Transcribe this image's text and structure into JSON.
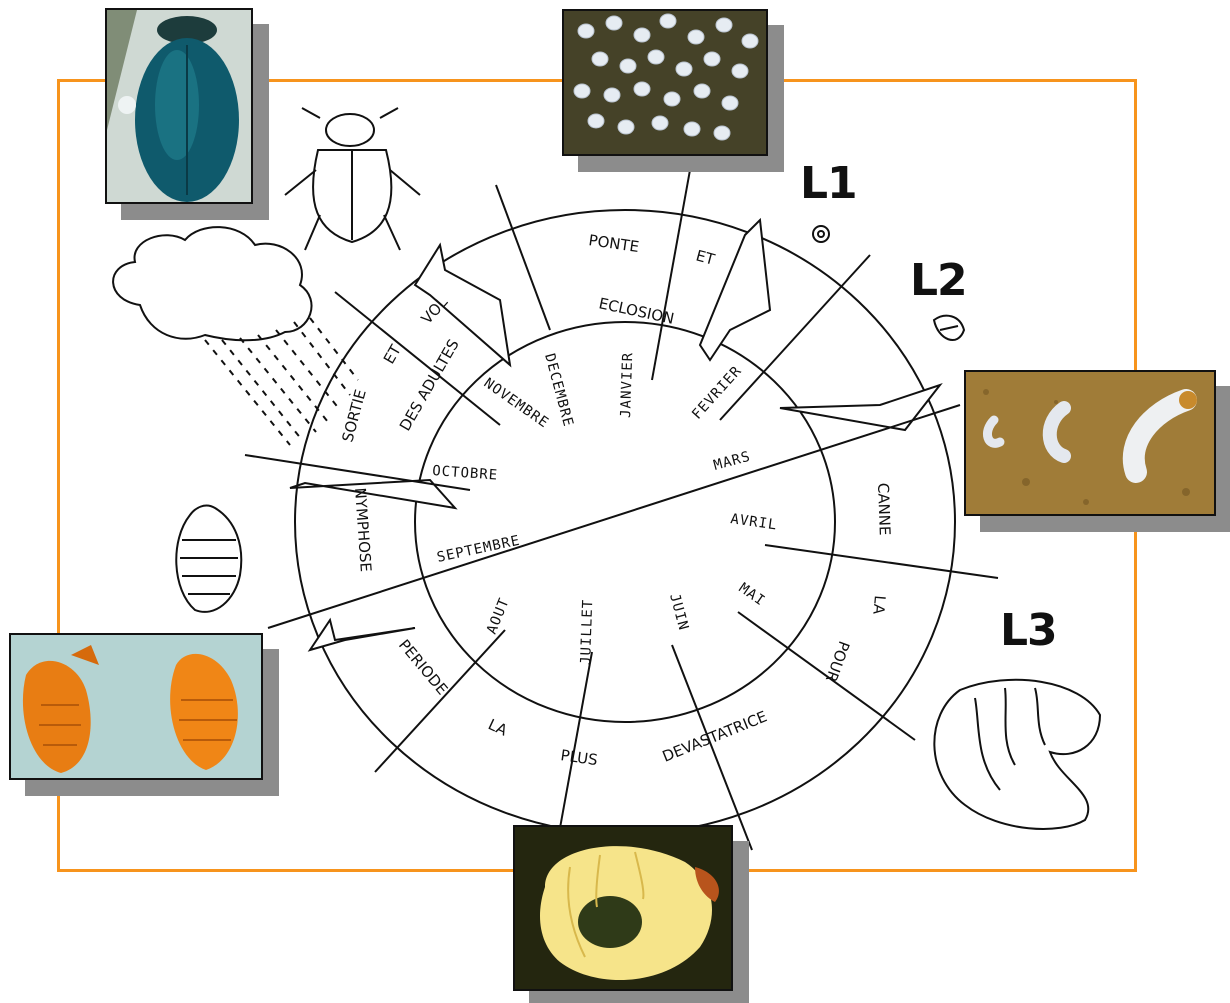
{
  "stage_labels": {
    "l1": "L1",
    "l2": "L2",
    "l3": "L3"
  },
  "months": {
    "novembre": "NOVEMBRE",
    "decembre": "DECEMBRE",
    "janvier": "JANVIER",
    "fevrier": "FEVRIER",
    "mars": "MARS",
    "avril": "AVRIL",
    "mai": "MAI",
    "juin": "JUIN",
    "juillet": "JUILLET",
    "aout": "AOUT",
    "septembre": "SEPTEMBRE",
    "octobre": "OCTOBRE"
  },
  "phases": {
    "ponte": "PONTE",
    "et_1": "ET",
    "eclosion": "ECLOSION",
    "sortie": "SORTIE",
    "et_2": "ET",
    "vol": "VOL",
    "des_adultes": "DES ADULTES",
    "nymphose": "NYMPHOSE",
    "canne": "CANNE",
    "la_1": "LA",
    "pour": "POUR",
    "devastatrice": "DEVASTATRICE",
    "plus": "PLUS",
    "la_2": "LA",
    "periode": "PERIODE"
  },
  "colors": {
    "frame": "#f7941d",
    "ink": "#111111",
    "shadow": "#8c8c8c"
  },
  "icons": {
    "adult_beetle_photo": "beetle-photo",
    "eggs_photo": "eggs-photo",
    "larvae_photo": "larvae-photo",
    "pupae_photo": "pupae-photo",
    "grub_photo": "grub-photo",
    "cloud_rain": "cloud-rain-icon"
  }
}
